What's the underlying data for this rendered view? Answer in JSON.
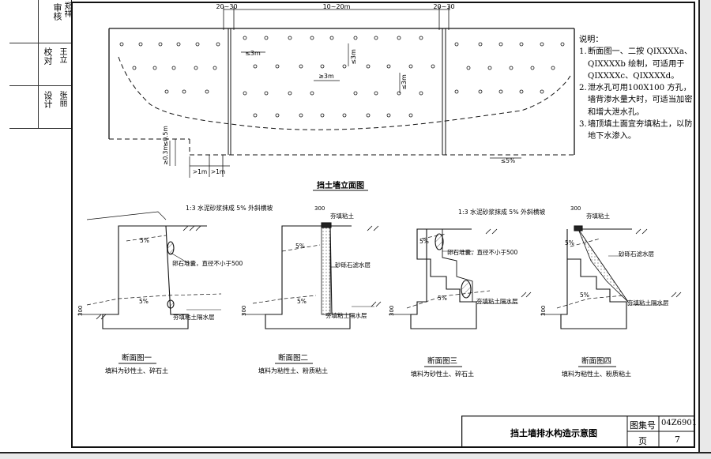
{
  "signature_strip": {
    "col1": "审核",
    "col1_sig": "郑祥",
    "col2": "校对",
    "col2_sig": "王立",
    "col3": "设计",
    "col3_sig": "张丽"
  },
  "elevation": {
    "title": "挡土墙立面图",
    "dim_top_left": "20~30",
    "dim_top_middle": "10~20m",
    "dim_top_right": "20~30",
    "spacing_a": "≤3m",
    "spacing_b": "≤3m",
    "spacing_c": "≥3m",
    "spacing_d": "≤3m",
    "bottom_left_height": "≥0.3m",
    "bottom_left_height2": "≤0.5m",
    "bottom_dim_a": ">1m",
    "bottom_dim_b": ">1m",
    "bottom_slope": "≤5%"
  },
  "notes": {
    "heading": "说明：",
    "items": [
      {
        "num": "1.",
        "text": "断面图一、二按 QIXXXXa、QIXXXXb 绘制，可适用于 QIXXXXc、QIXXXXd。"
      },
      {
        "num": "2.",
        "text": "泄水孔可用100X100 方孔，墙背渗水量大时，可适当加密和增大泄水孔。"
      },
      {
        "num": "3.",
        "text": "墙顶填土面宜夯填粘土，以防地下水渗入。"
      }
    ]
  },
  "sections": {
    "top_note_left": "1:3 水泥砂浆抹成 5% 外斜横坡",
    "top_note_right": "1:3 水泥砂浆抹成 5% 外斜横坡",
    "slope": "5%",
    "dim_300": "300",
    "label_clay_fill": "夯填粘土",
    "label_gravel": "卵石堆囊，直径不小于500",
    "label_gravel_3": "卵石堆囊，直径不小于500",
    "label_sand_layer": "砂砾石滤水层",
    "label_clay_water": "夯填粘土隔水层",
    "section_1_title": "断面图一",
    "section_1_sub": "填料为砂性土、碎石土",
    "section_2_title": "断面图二",
    "section_2_sub": "填料为粘性土、粉质粘土",
    "section_3_title": "断面图三",
    "section_3_sub": "填料为砂性土、碎石土",
    "section_4_title": "断面图四",
    "section_4_sub": "填料为粘性土、粉质粘土"
  },
  "title_block": {
    "drawing_name": "挡土墙排水构造示意图",
    "atlas_label": "图集号",
    "atlas_no": "04Z6901",
    "page_label": "页",
    "page_no": "7"
  }
}
